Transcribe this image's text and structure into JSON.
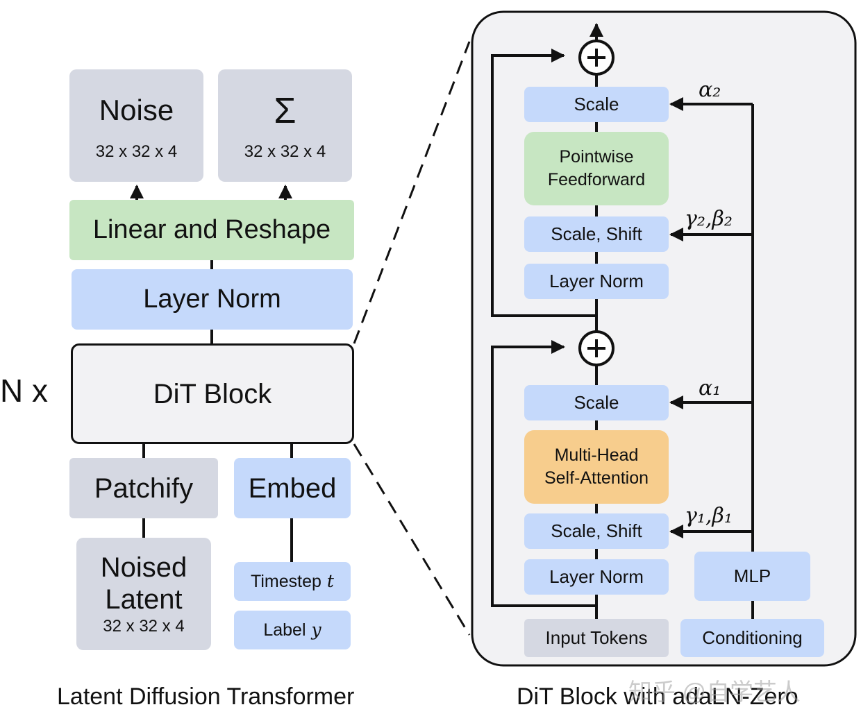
{
  "left": {
    "noise": {
      "title": "Noise",
      "dims": "32 x 32 x 4"
    },
    "sigma": {
      "title": "Σ",
      "dims": "32 x 32 x 4"
    },
    "linear_reshape": "Linear and Reshape",
    "layer_norm": "Layer Norm",
    "dit_block": "DiT Block",
    "repeat_label": "N x",
    "patchify": "Patchify",
    "embed": "Embed",
    "noised_latent": {
      "line1": "Noised",
      "line2": "Latent",
      "dims": "32 x 32 x 4"
    },
    "timestep": {
      "text": "Timestep",
      "var": "t"
    },
    "label": {
      "text": "Label",
      "var": "y"
    },
    "caption": "Latent Diffusion Transformer"
  },
  "right": {
    "scale_top": "Scale",
    "feedforward": {
      "line1": "Pointwise",
      "line2": "Feedforward"
    },
    "scale_shift_top": "Scale, Shift",
    "layer_norm_top": "Layer Norm",
    "scale_bottom": "Scale",
    "attention": {
      "line1": "Multi-Head",
      "line2": "Self-Attention"
    },
    "scale_shift_bottom": "Scale, Shift",
    "layer_norm_bottom": "Layer Norm",
    "mlp": "MLP",
    "input_tokens": "Input Tokens",
    "conditioning": "Conditioning",
    "alpha2": "α₂",
    "gamma_beta2": "γ₂,β₂",
    "alpha1": "α₁",
    "gamma_beta1": "γ₁,β₁",
    "caption": "DiT Block with adaLN-Zero"
  },
  "watermark": "知乎 @自学艺人",
  "colors": {
    "gray": "#d5d8e2",
    "blue": "#c5d9fb",
    "green": "#c7e6c2",
    "orange": "#f7cd8d",
    "panel": "#f2f2f4"
  }
}
